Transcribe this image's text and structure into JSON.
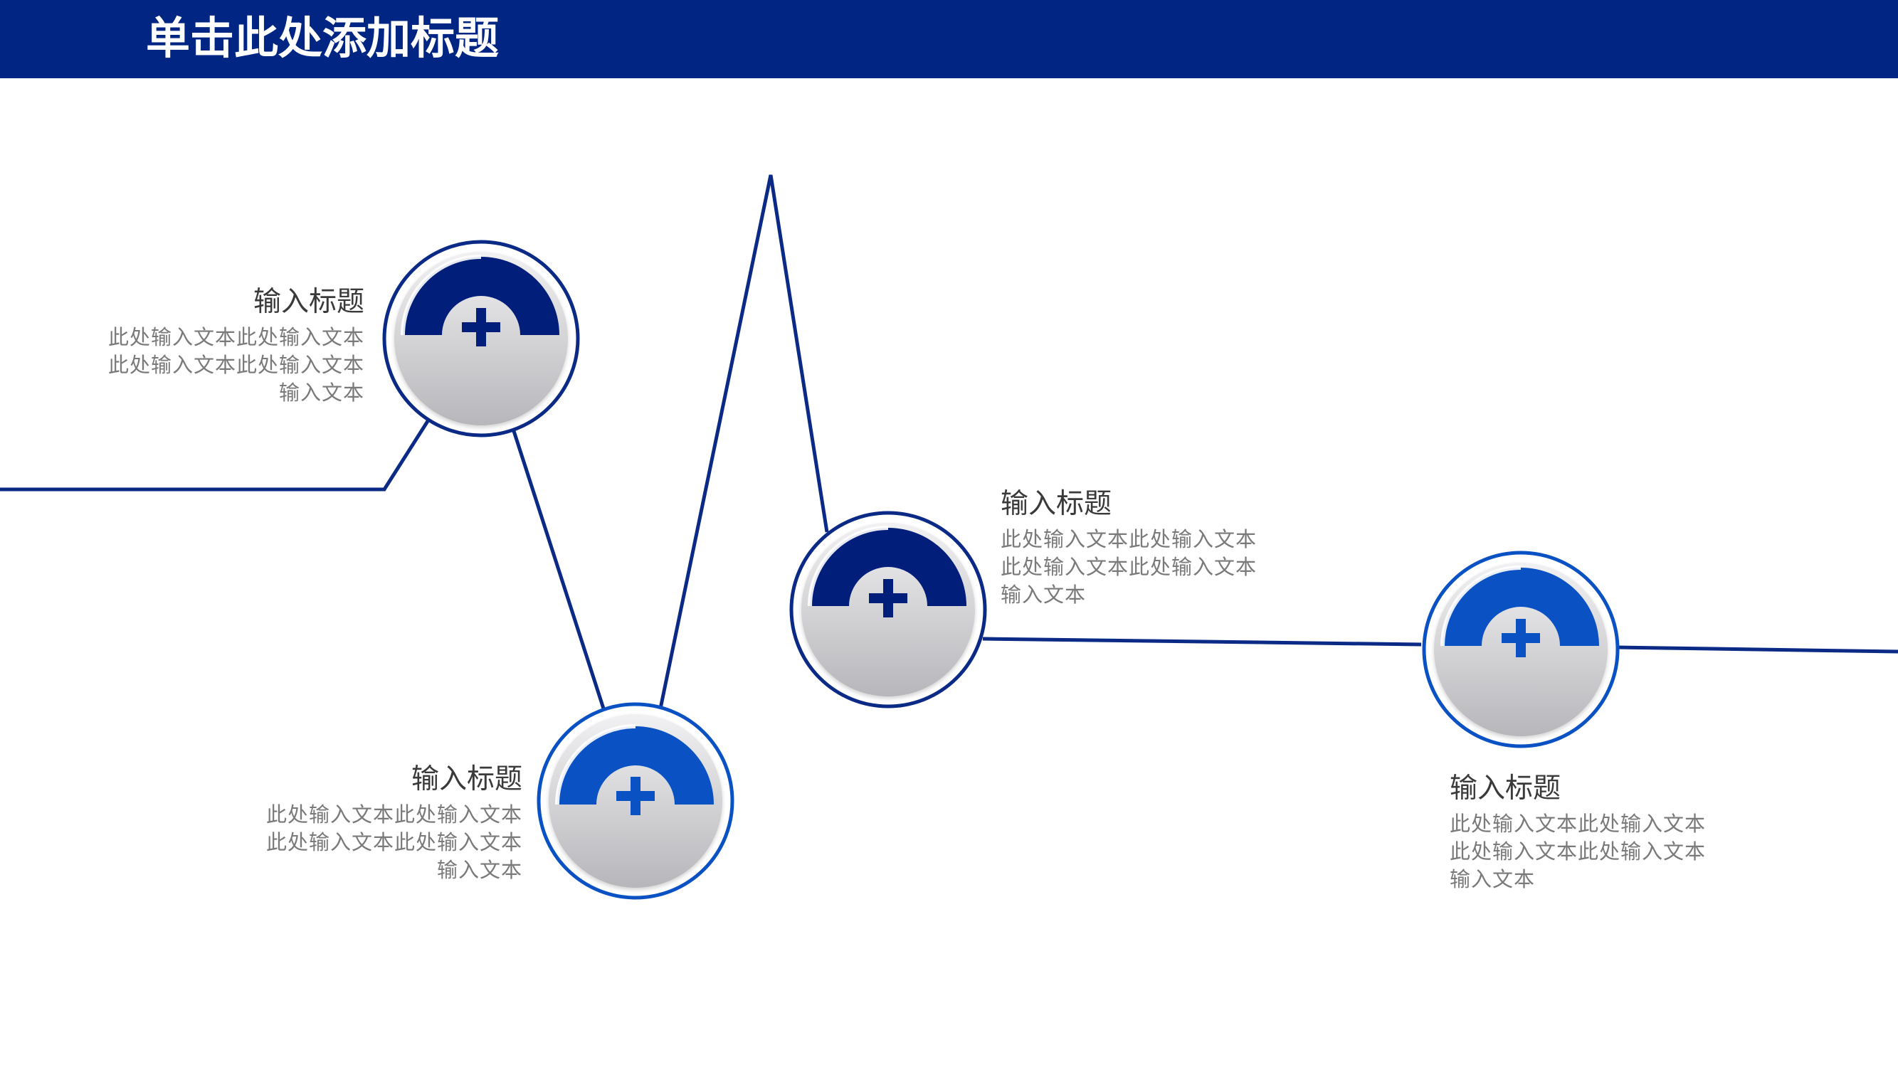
{
  "header": {
    "title": "单击此处添加标题"
  },
  "colors": {
    "header_bg": "#002583",
    "dark_blue": "#001E7A",
    "bright_blue": "#0A52C4"
  },
  "items": [
    {
      "title": "输入标题",
      "body": "此处输入文本此处输入文本此处输入文本此处输入文本输入文本",
      "icon": "plus-icon"
    },
    {
      "title": "输入标题",
      "body": "此处输入文本此处输入文本此处输入文本此处输入文本输入文本",
      "icon": "plus-icon"
    },
    {
      "title": "输入标题",
      "body": "此处输入文本此处输入文本此处输入文本此处输入文本输入文本",
      "icon": "plus-icon"
    },
    {
      "title": "输入标题",
      "body": "此处输入文本此处输入文本此处输入文本此处输入文本输入文本",
      "icon": "plus-icon"
    }
  ]
}
